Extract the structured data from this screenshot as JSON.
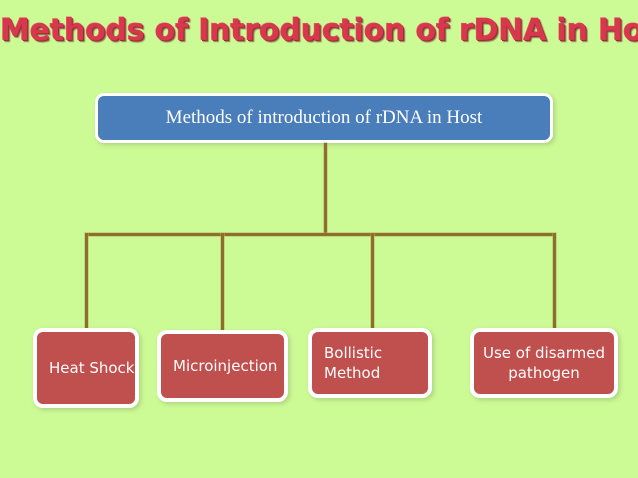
{
  "slide": {
    "title": "Methods of Introduction of rDNA in Host",
    "background_color": "#ccfa95",
    "title_color": "#d8384b"
  },
  "diagram": {
    "type": "tree",
    "connector_color": "#8b6f2e",
    "root": {
      "label": "Methods of introduction of rDNA in Host",
      "fill_color": "#4a7ebb",
      "text_color": "#ffffff"
    },
    "leaves": [
      {
        "label": "Heat Shock",
        "fill_color": "#c0504d",
        "text_color": "#ffffff",
        "align": "left"
      },
      {
        "label": "Microinjection",
        "fill_color": "#c0504d",
        "text_color": "#ffffff",
        "align": "left"
      },
      {
        "label": "Bollistic\nMethod",
        "fill_color": "#c0504d",
        "text_color": "#ffffff",
        "align": "left"
      },
      {
        "label": "Use of disarmed\npathogen",
        "fill_color": "#c0504d",
        "text_color": "#ffffff",
        "align": "center"
      }
    ]
  }
}
